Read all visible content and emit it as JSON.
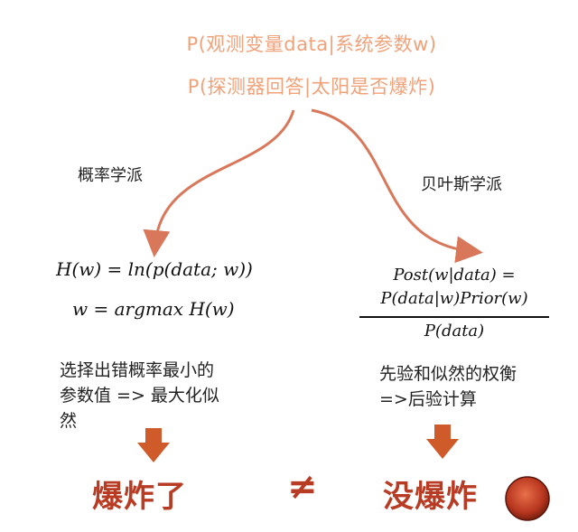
{
  "header": {
    "line1": "P(观测变量data|系统参数w)",
    "line2": "P(探测器回答|太阳是否爆炸)"
  },
  "left": {
    "school": "概率学派",
    "formula1": "H(w) = ln(p(data; w))",
    "formula2": "w = argmax H(w)",
    "desc_line1": "选择出错概率最小的",
    "desc_line2": "参数值 => 最大化似",
    "desc_line3": "然",
    "result": "爆炸了"
  },
  "right": {
    "school": "贝叶斯学派",
    "numerator1": "Post(w|data) =",
    "numerator2": "P(data|w)Prior(w)",
    "denominator": "P(data)",
    "desc_line1": "先验和似然的权衡",
    "desc_line2": "=>后验计算",
    "result": "没爆炸"
  },
  "neq_symbol": "≠",
  "colors": {
    "header_text": "#f0a27a",
    "arrow_curve": "#d9775a",
    "down_arrow": "#cf5a2a",
    "result_text": "#b83b24",
    "sun": "#c0442a"
  },
  "icons": {
    "down_arrow": "down-arrow-icon",
    "sun": "sun-icon"
  }
}
